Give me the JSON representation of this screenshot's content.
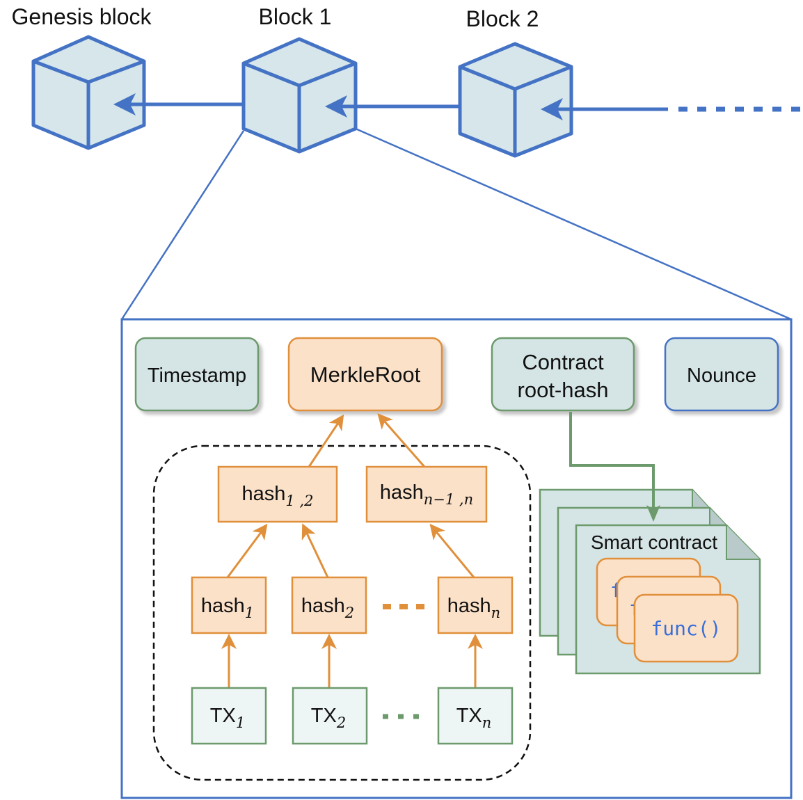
{
  "blocks": [
    {
      "label": "Genesis block"
    },
    {
      "label": "Block 1"
    },
    {
      "label": "Block 2"
    }
  ],
  "header_fields": {
    "timestamp": "Timestamp",
    "merkle_root": "MerkleRoot",
    "contract_root_line1": "Contract",
    "contract_root_line2": "root-hash",
    "nounce": "Nounce"
  },
  "merkle": {
    "hash_base": "hash",
    "hash12_sub": "1 ,2",
    "hashn1n_sub_a": "n",
    "hashn1n_sub_b": "−1 ,",
    "hashn1n_sub_c": "n",
    "hash1_sub": "1",
    "hash2_sub": "2",
    "hashn_sub": "n",
    "tx_base": "TX",
    "tx1_sub": "1",
    "tx2_sub": "2",
    "txn_sub": "n"
  },
  "smart_contract": {
    "title": "Smart contract",
    "func_label": "func()",
    "func_partial": "f"
  },
  "colors": {
    "blue": "#4472C4",
    "cube_fill": "#D6E6EA",
    "orange": "#E08F3A",
    "orange_fill": "#FCE1C9",
    "green": "#6C9A6C",
    "green_fill": "#D5E4E4",
    "tx_fill": "#EEF5F5"
  }
}
